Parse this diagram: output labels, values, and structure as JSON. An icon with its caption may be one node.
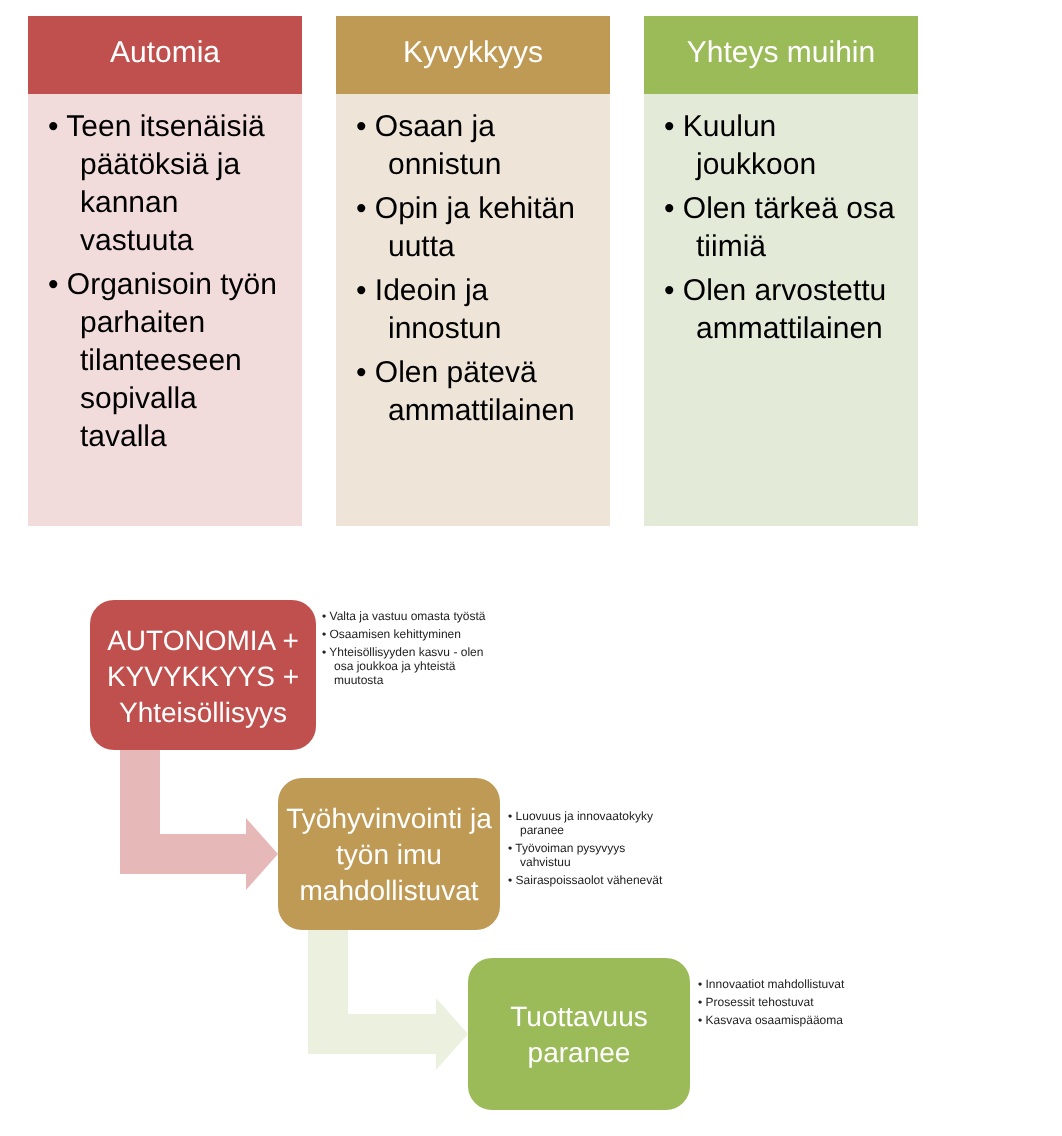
{
  "diagram": {
    "nodes": [
      {
        "text": [
          "Automia",
          "• Teen itsenäisiä päätöksiä ja kannan vastuuta",
          "• Organisoin työn parhaiten tilanteeseen sopivalla tavalla"
        ]
      },
      {
        "text": [
          "Kyvykkyys",
          "• Osaan ja onnistun",
          "• Opin ja kehitän uutta",
          "• Ideoin ja innostun",
          "• Olen pätevä ammattilainen"
        ]
      },
      {
        "text": [
          "Yhteys muihin",
          "• Kuulun joukkoon",
          "• Olen tärkeä osa tiimiä",
          "• Olen arvostettu ammattilainen"
        ]
      },
      {
        "text": [
          "AUTONOMIA + KYVYKKYYS + Yhteisöllisyys"
        ],
        "beside": [
          "• Valta ja vastuu omasta työstä",
          "• Osaamisen kehittyminen",
          "• Yhteisöllisyyden kasvu - olen osa joukkoa ja yhteistä muutosta"
        ]
      },
      {
        "text": [
          "Työhyvinvointi ja työn imu mahdollistuvat"
        ],
        "beside": [
          "• Luovuus ja innovaatokyky paranee",
          "• Työvoiman pysyvyys vahvistuu",
          "• Sairaspoissaolot vähenevät"
        ]
      },
      {
        "text": [
          "Tuottavuus paranee"
        ],
        "beside": [
          "• Innovaatiot mahdollistuvat",
          "• Prosessit tehostuvat",
          "• Kasvava osaamispääoma"
        ]
      }
    ],
    "edges": [
      {
        "from": 3,
        "to": 4,
        "arrow": "to",
        "color": "#e6b9b8"
      },
      {
        "from": 4,
        "to": 5,
        "arrow": "to",
        "color": "#ebf1de"
      }
    ]
  }
}
